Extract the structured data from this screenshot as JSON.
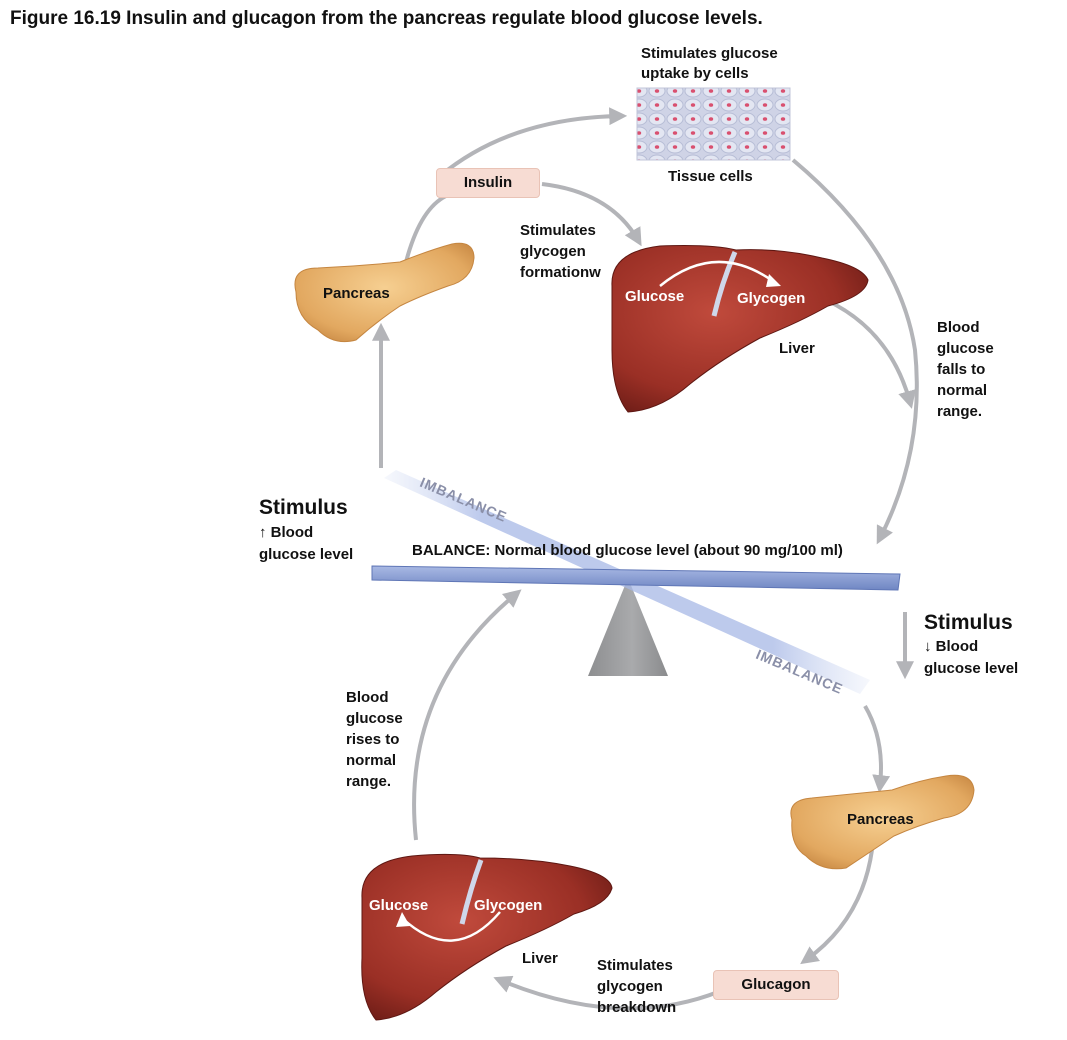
{
  "title": "Figure 16.19  Insulin and glucagon from the pancreas regulate blood glucose levels.",
  "top_loop": {
    "tissue_caption": [
      "Stimulates glucose",
      "uptake by cells"
    ],
    "tissue_label": "Tissue cells",
    "hormone": "Insulin",
    "liver_caption": [
      "Stimulates",
      "glycogen",
      "formationw"
    ],
    "pancreas": "Pancreas",
    "liver_glucose": "Glucose",
    "liver_glycogen": "Glycogen",
    "liver": "Liver",
    "falls": [
      "Blood",
      "glucose",
      "falls to",
      "normal",
      "range."
    ]
  },
  "balance": {
    "imbalance_top": "IMBALANCE",
    "imbalance_bottom": "IMBALANCE",
    "balance_word": "BALANCE:",
    "balance_text": " Normal blood glucose level (about 90 mg/100 ml)"
  },
  "stimulus_up": {
    "head": "Stimulus",
    "arrow": "↑",
    "line1": " Blood",
    "line2": "glucose level"
  },
  "stimulus_down": {
    "head": "Stimulus",
    "arrow": "↓",
    "line1": " Blood",
    "line2": "glucose level"
  },
  "bottom_loop": {
    "rises": [
      "Blood",
      "glucose",
      "rises to",
      "normal",
      "range."
    ],
    "pancreas": "Pancreas",
    "hormone": "Glucagon",
    "liver_caption": [
      "Stimulates",
      "glycogen",
      "breakdown"
    ],
    "liver_glucose": "Glucose",
    "liver_glycogen": "Glycogen",
    "liver": "Liver"
  },
  "colors": {
    "arrow": "#b3b4b8",
    "liver": "#a8362b",
    "pancreas": "#e8b16a",
    "hormone_tag": "#f7dcd3",
    "beam": "#7f96cf",
    "fulcrum": "#9c9d9f"
  }
}
